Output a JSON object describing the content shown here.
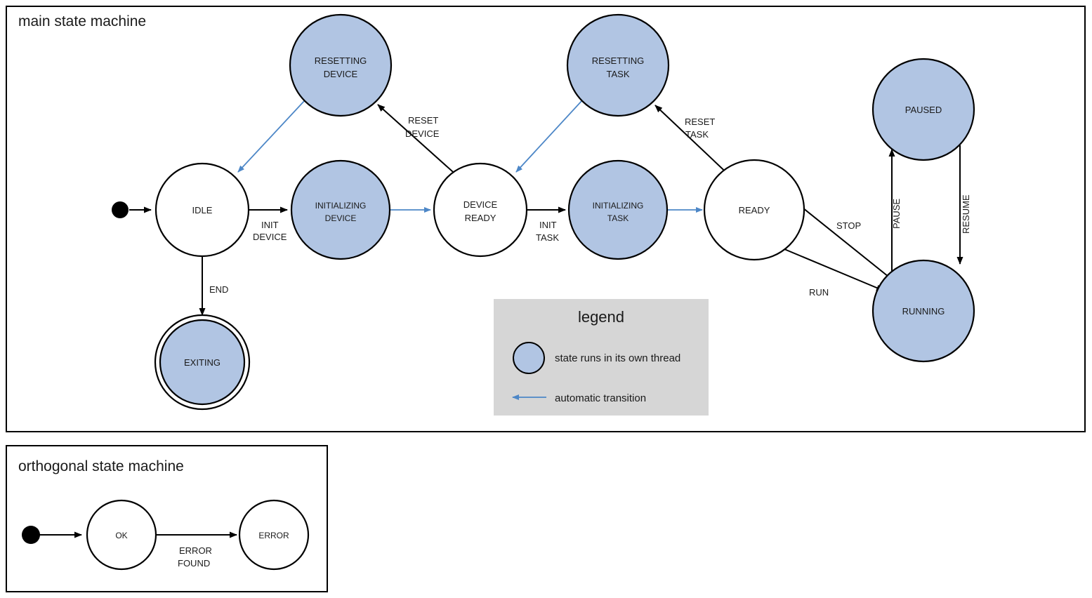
{
  "diagram": {
    "type": "state-machine",
    "colors": {
      "thread_state_fill": "#b1c5e3",
      "plain_state_fill": "#ffffff",
      "stroke": "#000000",
      "auto_transition": "#4d87c7",
      "legend_background": "#d6d6d6"
    }
  },
  "main": {
    "title": "main state machine",
    "states": [
      {
        "id": "idle",
        "label_line1": "IDLE",
        "label_line2": "",
        "threaded": false,
        "final": false
      },
      {
        "id": "resetting-device",
        "label_line1": "RESETTING",
        "label_line2": "DEVICE",
        "threaded": true,
        "final": false
      },
      {
        "id": "initializing-device",
        "label_line1": "INITIALIZING",
        "label_line2": "DEVICE",
        "threaded": true,
        "final": false
      },
      {
        "id": "device-ready",
        "label_line1": "DEVICE",
        "label_line2": "READY",
        "threaded": false,
        "final": false
      },
      {
        "id": "resetting-task",
        "label_line1": "RESETTING",
        "label_line2": "TASK",
        "threaded": true,
        "final": false
      },
      {
        "id": "initializing-task",
        "label_line1": "INITIALIZING",
        "label_line2": "TASK",
        "threaded": true,
        "final": false
      },
      {
        "id": "ready",
        "label_line1": "READY",
        "label_line2": "",
        "threaded": false,
        "final": false
      },
      {
        "id": "paused",
        "label_line1": "PAUSED",
        "label_line2": "",
        "threaded": true,
        "final": false
      },
      {
        "id": "running",
        "label_line1": "RUNNING",
        "label_line2": "",
        "threaded": true,
        "final": false
      },
      {
        "id": "exiting",
        "label_line1": "EXITING",
        "label_line2": "",
        "threaded": true,
        "final": true
      }
    ],
    "transitions": [
      {
        "id": "start-idle",
        "from": "start",
        "to": "idle",
        "label_line1": "",
        "label_line2": "",
        "auto": false
      },
      {
        "id": "idle-initializing-device",
        "from": "idle",
        "to": "initializing-device",
        "label_line1": "INIT",
        "label_line2": "DEVICE",
        "auto": false
      },
      {
        "id": "initializing-device-device-ready",
        "from": "initializing-device",
        "to": "device-ready",
        "label_line1": "",
        "label_line2": "",
        "auto": true
      },
      {
        "id": "device-ready-resetting-device",
        "from": "device-ready",
        "to": "resetting-device",
        "label_line1": "RESET",
        "label_line2": "DEVICE",
        "auto": false
      },
      {
        "id": "resetting-device-idle",
        "from": "resetting-device",
        "to": "idle",
        "label_line1": "",
        "label_line2": "",
        "auto": true
      },
      {
        "id": "device-ready-initializing-task",
        "from": "device-ready",
        "to": "initializing-task",
        "label_line1": "INIT",
        "label_line2": "TASK",
        "auto": false
      },
      {
        "id": "initializing-task-ready",
        "from": "initializing-task",
        "to": "ready",
        "label_line1": "",
        "label_line2": "",
        "auto": true
      },
      {
        "id": "ready-resetting-task",
        "from": "ready",
        "to": "resetting-task",
        "label_line1": "RESET",
        "label_line2": "TASK",
        "auto": false
      },
      {
        "id": "resetting-task-device-ready",
        "from": "resetting-task",
        "to": "device-ready",
        "label_line1": "",
        "label_line2": "",
        "auto": true
      },
      {
        "id": "ready-running",
        "from": "ready",
        "to": "running",
        "label_line1": "RUN",
        "label_line2": "",
        "auto": false
      },
      {
        "id": "running-ready",
        "from": "running",
        "to": "ready",
        "label_line1": "STOP",
        "label_line2": "",
        "auto": false
      },
      {
        "id": "running-paused",
        "from": "running",
        "to": "paused",
        "label_line1": "PAUSE",
        "label_line2": "",
        "auto": false
      },
      {
        "id": "paused-running",
        "from": "paused",
        "to": "running",
        "label_line1": "RESUME",
        "label_line2": "",
        "auto": false
      },
      {
        "id": "idle-exiting",
        "from": "idle",
        "to": "exiting",
        "label_line1": "END",
        "label_line2": "",
        "auto": false
      }
    ]
  },
  "legend": {
    "title": "legend",
    "items": [
      {
        "symbol": "circle",
        "text": "state runs in its own thread"
      },
      {
        "symbol": "arrow",
        "text": "automatic transition"
      }
    ]
  },
  "orthogonal": {
    "title": "orthogonal state machine",
    "states": [
      {
        "id": "ok",
        "label_line1": "OK",
        "threaded": false
      },
      {
        "id": "error",
        "label_line1": "ERROR",
        "threaded": false
      }
    ],
    "transitions": [
      {
        "id": "start-ok",
        "from": "start",
        "to": "ok",
        "label_line1": "",
        "label_line2": ""
      },
      {
        "id": "ok-error",
        "from": "ok",
        "to": "error",
        "label_line1": "ERROR",
        "label_line2": "FOUND"
      }
    ]
  }
}
